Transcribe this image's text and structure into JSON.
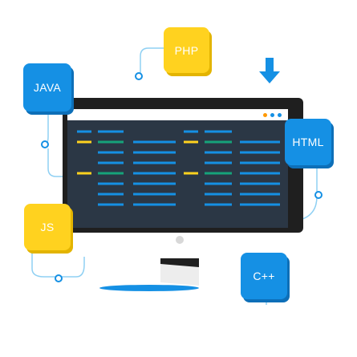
{
  "tiles": {
    "php": "PHP",
    "java": "JAVA",
    "html": "HTML",
    "js": "JS",
    "cpp": "C++"
  },
  "colors": {
    "blue": "#1590e4",
    "yellow": "#ffd21f",
    "green": "#16a37a",
    "screen": "#2b3745",
    "bezel": "#1f1f1f",
    "line": "#8fd0f3"
  },
  "icons": {
    "download": "arrow-down-icon"
  }
}
